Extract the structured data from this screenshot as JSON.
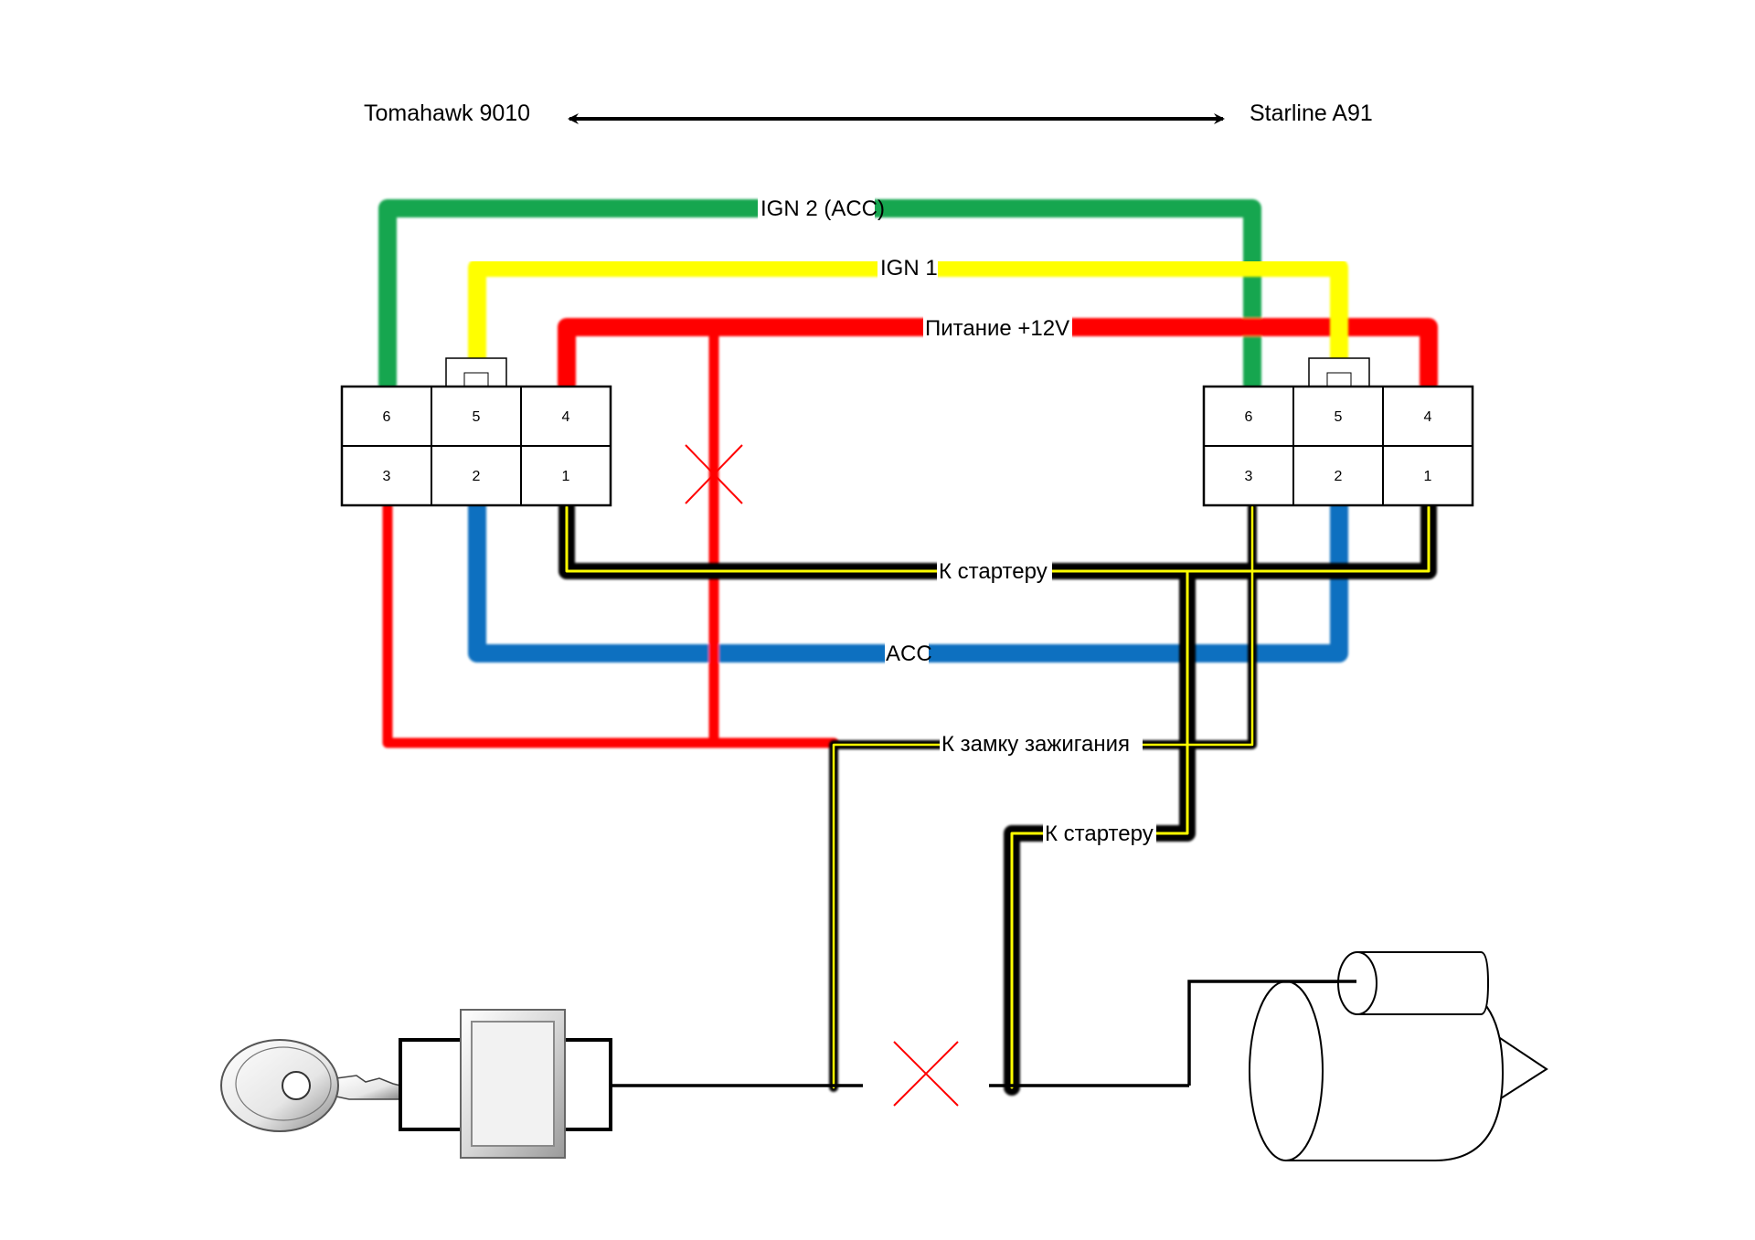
{
  "header": {
    "left_device": "Tomahawk 9010",
    "right_device": "Starline A91"
  },
  "connector_left": {
    "pins": [
      "6",
      "5",
      "4",
      "3",
      "2",
      "1"
    ]
  },
  "connector_right": {
    "pins": [
      "6",
      "5",
      "4",
      "3",
      "2",
      "1"
    ]
  },
  "wires": {
    "ign2": "IGN 2 (ACC)",
    "ign1": "IGN 1",
    "power": "Питание +12V",
    "starter_top": "К стартеру",
    "acc": "ACC",
    "ignition_lock": "К замку зажигания",
    "starter_bottom": "К стартеру"
  },
  "colors": {
    "ign2": "#12a650",
    "ign1": "#ffff00",
    "power": "#ff0000",
    "acc": "#0f6fc0",
    "starter": "#000000",
    "starter_stripe": "#ffff00",
    "cut_mark": "#ff0000"
  },
  "icons": [
    "ignition-key-icon",
    "ignition-switch-icon",
    "starter-motor-icon",
    "cut-mark-icon",
    "double-arrow-icon"
  ]
}
